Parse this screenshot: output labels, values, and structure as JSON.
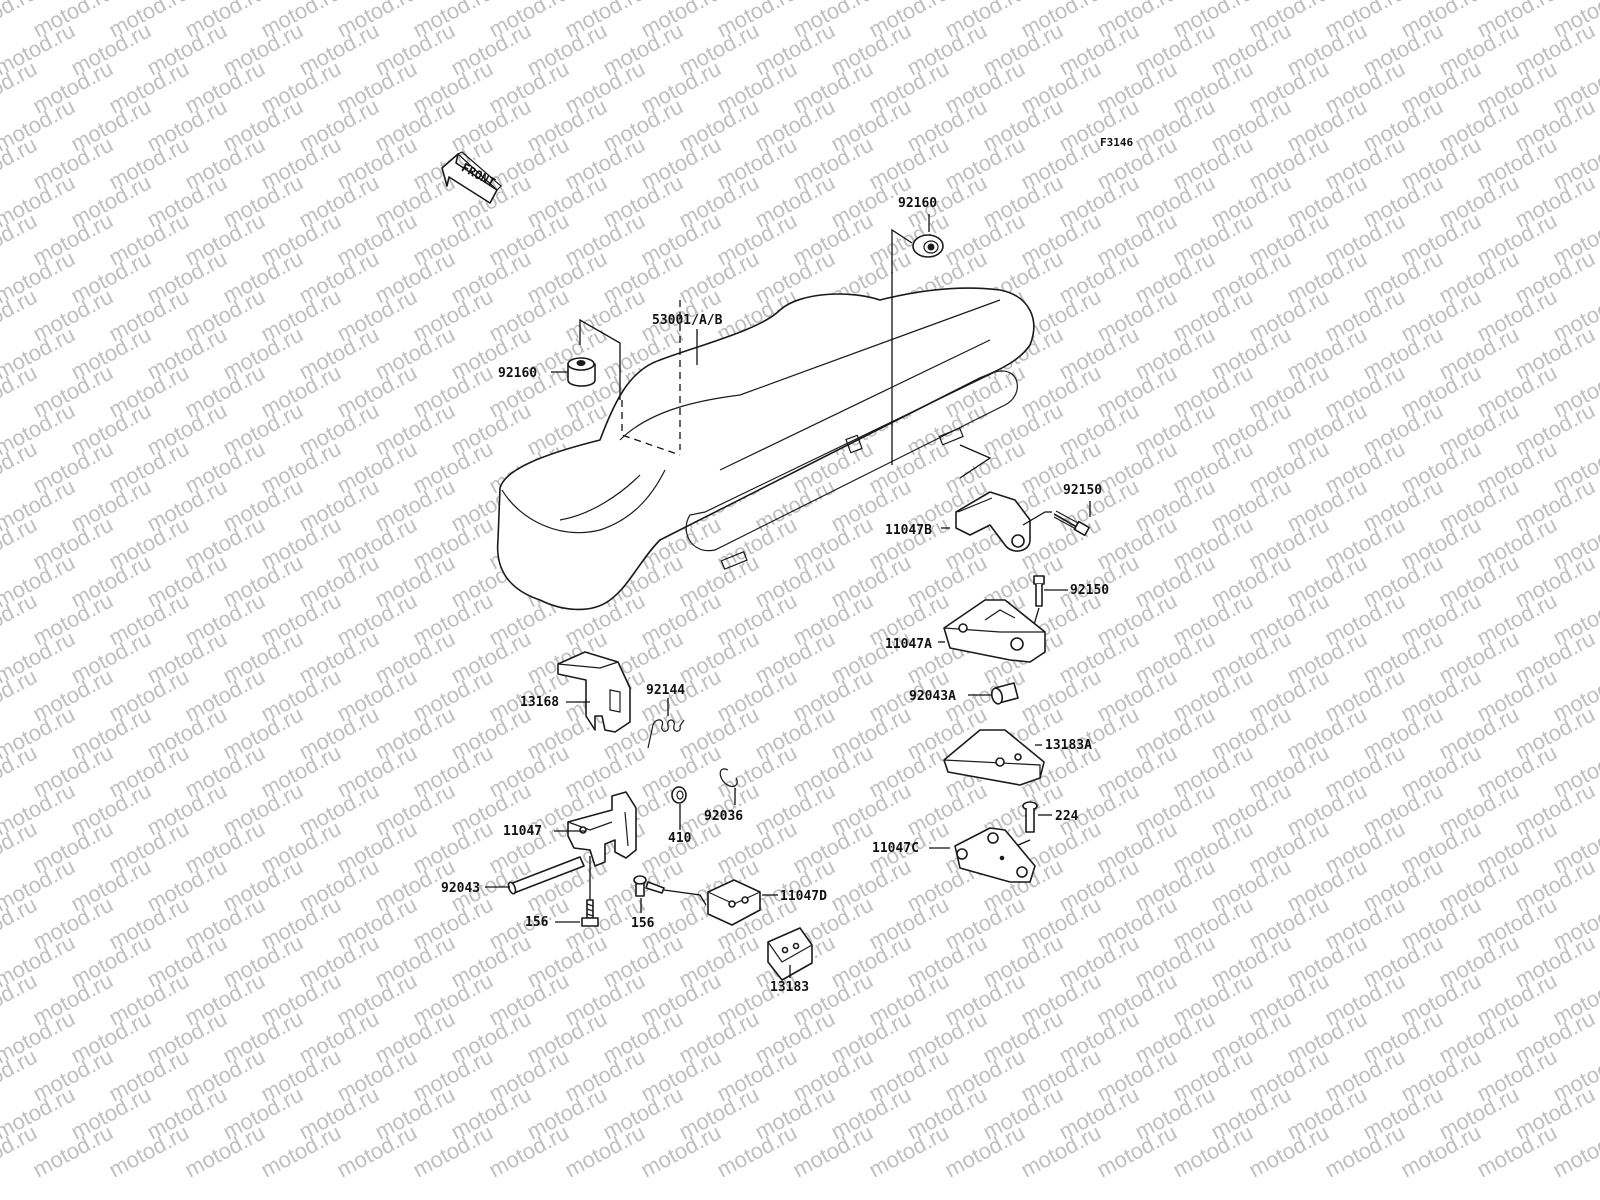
{
  "figure_code": "F3146",
  "watermark_text": "motod.ru",
  "front_arrow_label": "FRONT",
  "callouts": {
    "c92160_top": "92160",
    "c53001": "53001/A/B",
    "c92160_left": "92160",
    "c92150_top": "92150",
    "c11047B": "11047B",
    "c92150_mid": "92150",
    "c11047A": "11047A",
    "c92043A": "92043A",
    "c13183A": "13183A",
    "c224": "224",
    "c11047C": "11047C",
    "c13168": "13168",
    "c92144": "92144",
    "c92036": "92036",
    "c410": "410",
    "c11047": "11047",
    "c92043": "92043",
    "c156_left": "156",
    "c156_right": "156",
    "c11047D": "11047D",
    "c13183": "13183"
  },
  "colors": {
    "ink": "#111111",
    "watermark": "#bfbfbf",
    "background": "#ffffff"
  }
}
